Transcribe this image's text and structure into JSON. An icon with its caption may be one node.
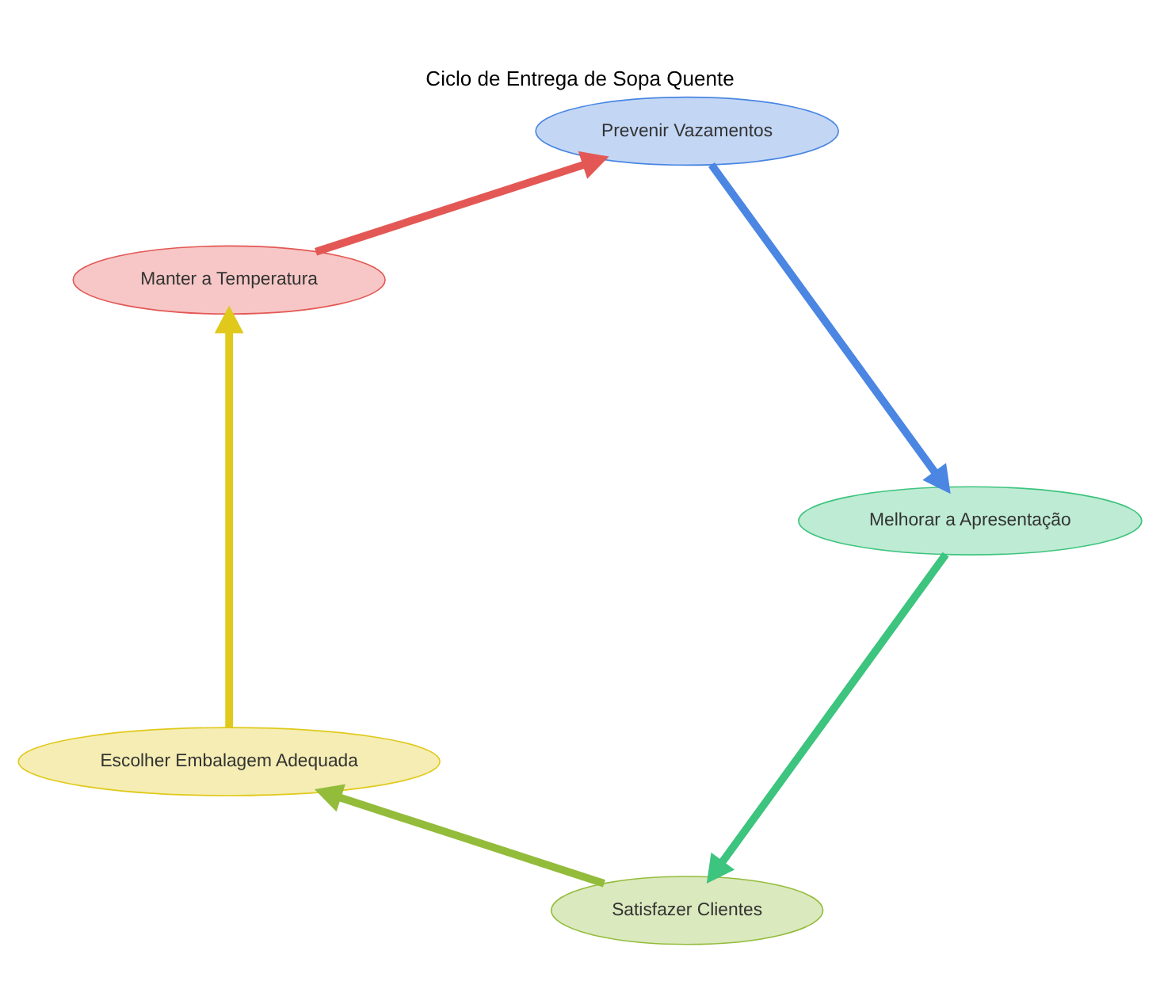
{
  "diagram": {
    "title": "Ciclo de Entrega de Sopa Quente",
    "nodes": [
      {
        "text": [
          "Satisfazer Clientes"
        ]
      },
      {
        "text": [
          "Escolher Embalagem Adequada"
        ]
      },
      {
        "text": [
          "Manter a Temperatura"
        ]
      },
      {
        "text": [
          "Prevenir Vazamentos"
        ]
      },
      {
        "text": [
          "Melhorar a Apresentação"
        ]
      }
    ],
    "edges": [
      {
        "from": 0,
        "to": 1,
        "arrow": "to",
        "color": "#93bc3b"
      },
      {
        "from": 1,
        "to": 2,
        "arrow": "to",
        "color": "#e0c91b"
      },
      {
        "from": 2,
        "to": 3,
        "arrow": "to",
        "color": "#e35855"
      },
      {
        "from": 3,
        "to": 4,
        "arrow": "to",
        "color": "#4a86e2"
      },
      {
        "from": 4,
        "to": 0,
        "arrow": "to",
        "color": "#3dc47e"
      }
    ]
  }
}
